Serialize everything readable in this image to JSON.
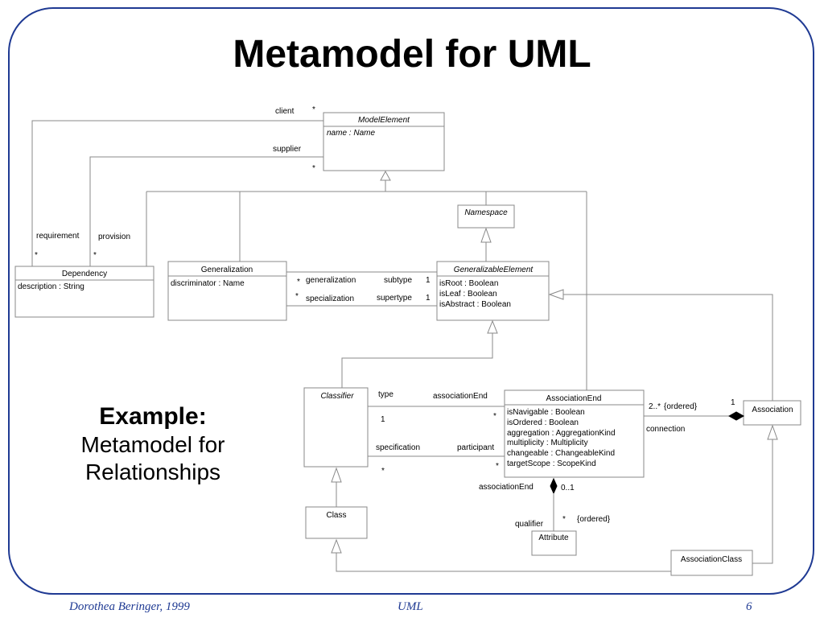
{
  "slide": {
    "title": "Metamodel for UML",
    "example_heading": "Example:",
    "example_line1": "Metamodel for",
    "example_line2": "Relationships"
  },
  "footer": {
    "author": "Dorothea Beringer, 1999",
    "center": "UML",
    "page": "6"
  },
  "classes": {
    "model_element": {
      "name": "ModelElement",
      "attrs": [
        "name : Name"
      ]
    },
    "namespace": {
      "name": "Namespace"
    },
    "dependency": {
      "name": "Dependency",
      "attrs": [
        "description : String"
      ]
    },
    "generalization": {
      "name": "Generalization",
      "attrs": [
        "discriminator : Name"
      ]
    },
    "generalizable_element": {
      "name": "GeneralizableElement",
      "attrs": [
        "isRoot : Boolean",
        "isLeaf : Boolean",
        "isAbstract : Boolean"
      ]
    },
    "classifier": {
      "name": "Classifier"
    },
    "association_end": {
      "name": "AssociationEnd",
      "attrs": [
        "isNavigable : Boolean",
        "isOrdered : Boolean",
        "aggregation : AggregationKind",
        "multiplicity : Multiplicity",
        "changeable : ChangeableKind",
        "targetScope : ScopeKind"
      ]
    },
    "association": {
      "name": "Association"
    },
    "class": {
      "name": "Class"
    },
    "attribute": {
      "name": "Attribute"
    },
    "association_class": {
      "name": "AssociationClass"
    }
  },
  "labels": {
    "client": "client",
    "client_mult": "*",
    "supplier": "supplier",
    "supplier_mult": "*",
    "requirement": "requirement",
    "requirement_mult": "*",
    "provision": "provision",
    "provision_mult": "*",
    "generalization_role": "generalization",
    "generalization_mult": "*",
    "subtype": "subtype",
    "subtype_mult": "1",
    "specialization": "specialization",
    "specialization_mult": "*",
    "supertype": "supertype",
    "supertype_mult": "1",
    "type": "type",
    "type_mult": "1",
    "association_end_role": "associationEnd",
    "association_end_mult": "*",
    "specification": "specification",
    "specification_mult": "*",
    "participant": "participant",
    "participant_mult": "*",
    "connection_mult": "2..*",
    "connection_ordered": "{ordered}",
    "connection": "connection",
    "association_mult": "1",
    "qualifier_association_end": "associationEnd",
    "qualifier_assoc_mult": "0..1",
    "qualifier_mult": "*",
    "qualifier_ordered": "{ordered}",
    "qualifier": "qualifier"
  }
}
